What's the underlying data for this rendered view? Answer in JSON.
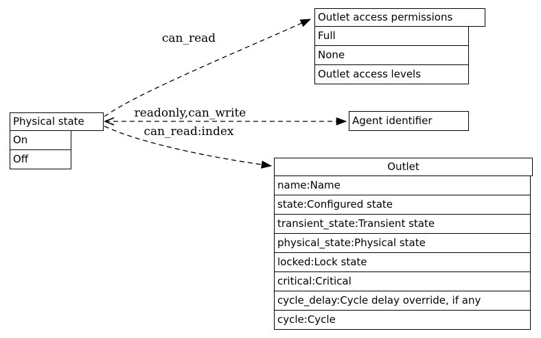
{
  "colors": {
    "background": "#ffffff",
    "line": "#000000",
    "text": "#000000"
  },
  "nodes": {
    "physical_state": {
      "title": "Physical state",
      "rows": [
        "On",
        "Off"
      ]
    },
    "outlet_access_permissions": {
      "title": "Outlet access permissions",
      "rows": [
        "Full",
        "None",
        "Outlet access levels"
      ]
    },
    "agent_identifier": {
      "title": "Agent identifier"
    },
    "outlet": {
      "title": "Outlet",
      "rows": [
        "name:Name",
        "state:Configured state",
        "transient_state:Transient state",
        "physical_state:Physical state",
        "locked:Lock state",
        "critical:Critical",
        "cycle_delay:Cycle delay override, if any",
        "cycle:Cycle"
      ]
    }
  },
  "edges": [
    {
      "id": "can-read",
      "label": "can_read",
      "from": "Physical state",
      "to": "Outlet access permissions",
      "style": "dashed",
      "direction": "forward"
    },
    {
      "id": "readonly-can-write",
      "label": "readonly,can_write",
      "from": "Physical state",
      "to": "Agent identifier",
      "style": "dashed",
      "direction": "both"
    },
    {
      "id": "can-read-index",
      "label": "can_read:index",
      "from": "Physical state",
      "to": "Outlet",
      "style": "dashed",
      "direction": "forward"
    }
  ]
}
